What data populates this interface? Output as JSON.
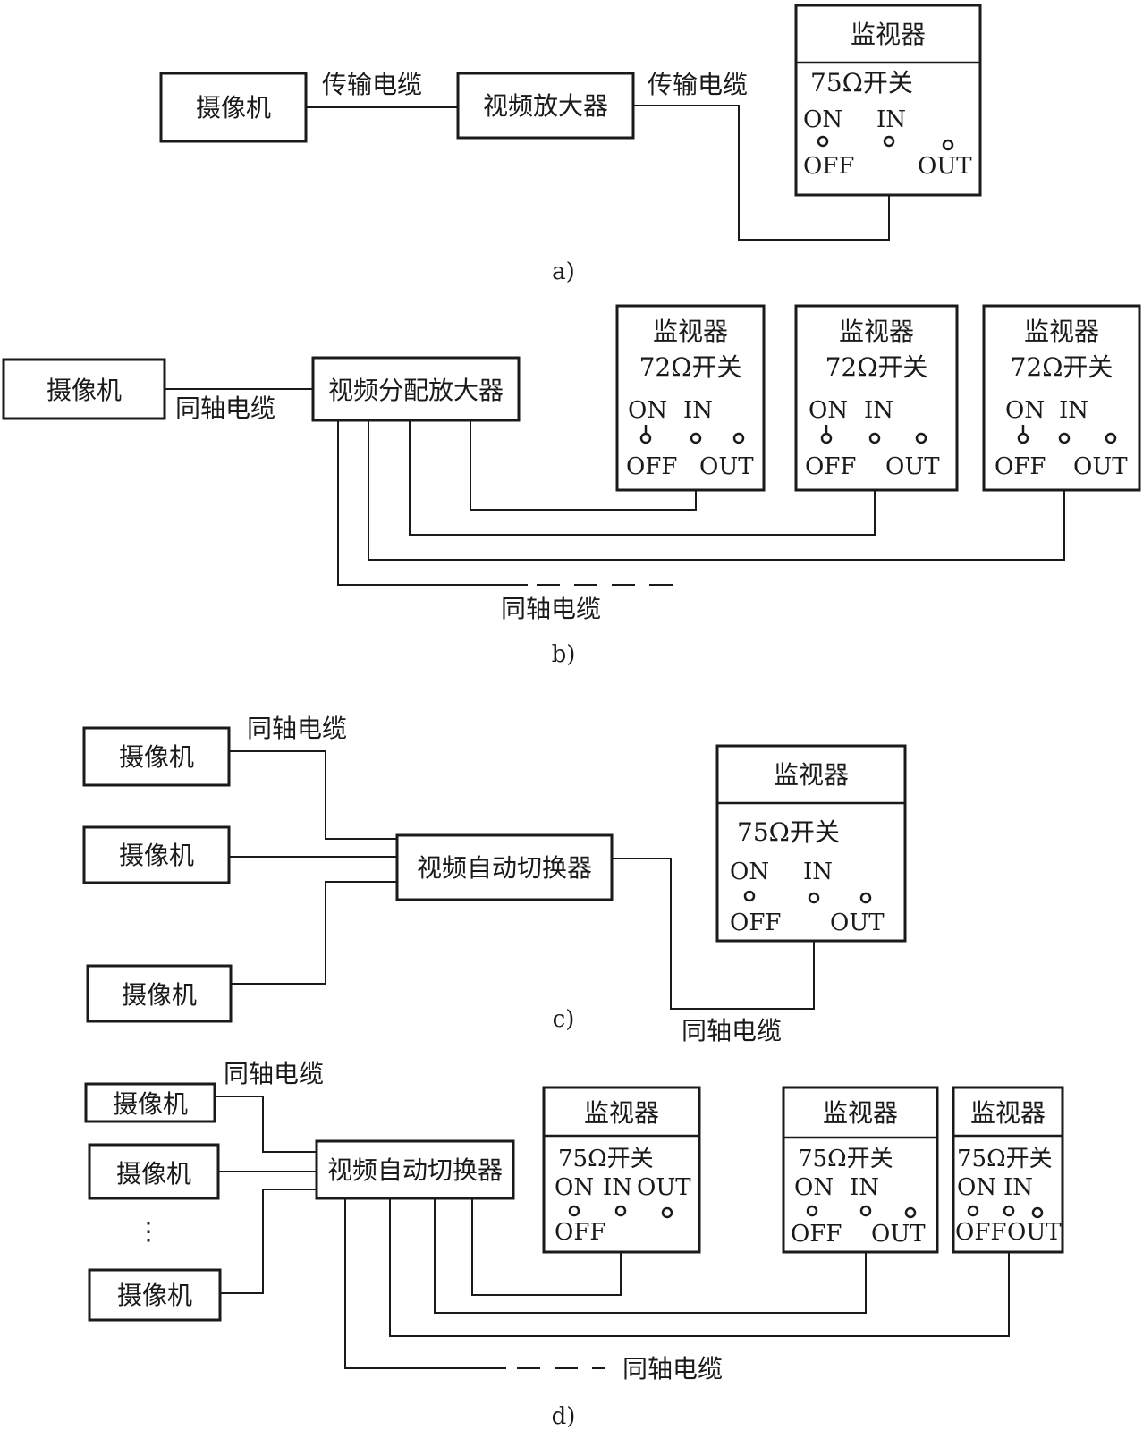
{
  "labels": {
    "camera": "摄像机",
    "monitor": "监视器",
    "amplifier": "视频放大器",
    "distribution_amplifier": "视频分配放大器",
    "auto_switcher": "视频自动切换器",
    "transmission_cable": "传输电缆",
    "coax_cable": "同轴电缆",
    "switch_75": "75Ω开关",
    "switch_72": "72Ω开关",
    "on": "ON",
    "in": "IN",
    "off": "OFF",
    "out": "OUT",
    "vdots": "⋮"
  },
  "subfigures": [
    "a)",
    "b)",
    "c)",
    "d)"
  ],
  "colors": {
    "line": "#1a1a1a",
    "background": "#ffffff"
  }
}
